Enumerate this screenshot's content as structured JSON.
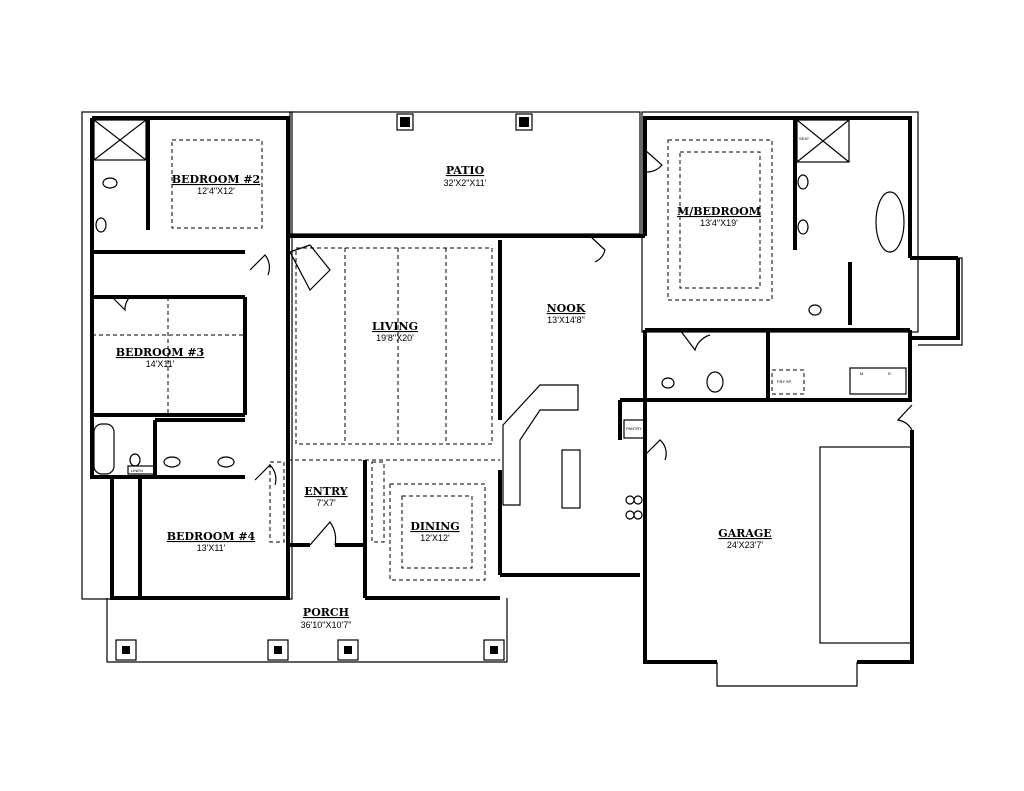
{
  "rooms": {
    "patio": {
      "name": "PATIO",
      "dims": "32'X2\"X11'"
    },
    "bedroom2": {
      "name": "BEDROOM #2",
      "dims": "12'4\"X12'"
    },
    "bedroom3": {
      "name": "BEDROOM #3",
      "dims": "14'X11'"
    },
    "bedroom4": {
      "name": "BEDROOM #4",
      "dims": "13'X11'"
    },
    "living": {
      "name": "LIVING",
      "dims": "19'8\"X20'"
    },
    "nook": {
      "name": "NOOK",
      "dims": "13'X14'8\""
    },
    "mbedroom": {
      "name": "M/BEDROOM",
      "dims": "13'4\"X19'"
    },
    "entry": {
      "name": "ENTRY",
      "dims": "7'X7'"
    },
    "dining": {
      "name": "DINING",
      "dims": "12'X12'"
    },
    "garage": {
      "name": "GARAGE",
      "dims": "24'X23'7'"
    },
    "porch": {
      "name": "PORCH",
      "dims": "36'10\"X10'7\""
    }
  },
  "fixtures": {
    "linen": "LINEN",
    "pantry": "PANTRY",
    "freezer": "FRZ SP.",
    "washer": "M",
    "dryer": "D",
    "seat": "SEAT"
  }
}
